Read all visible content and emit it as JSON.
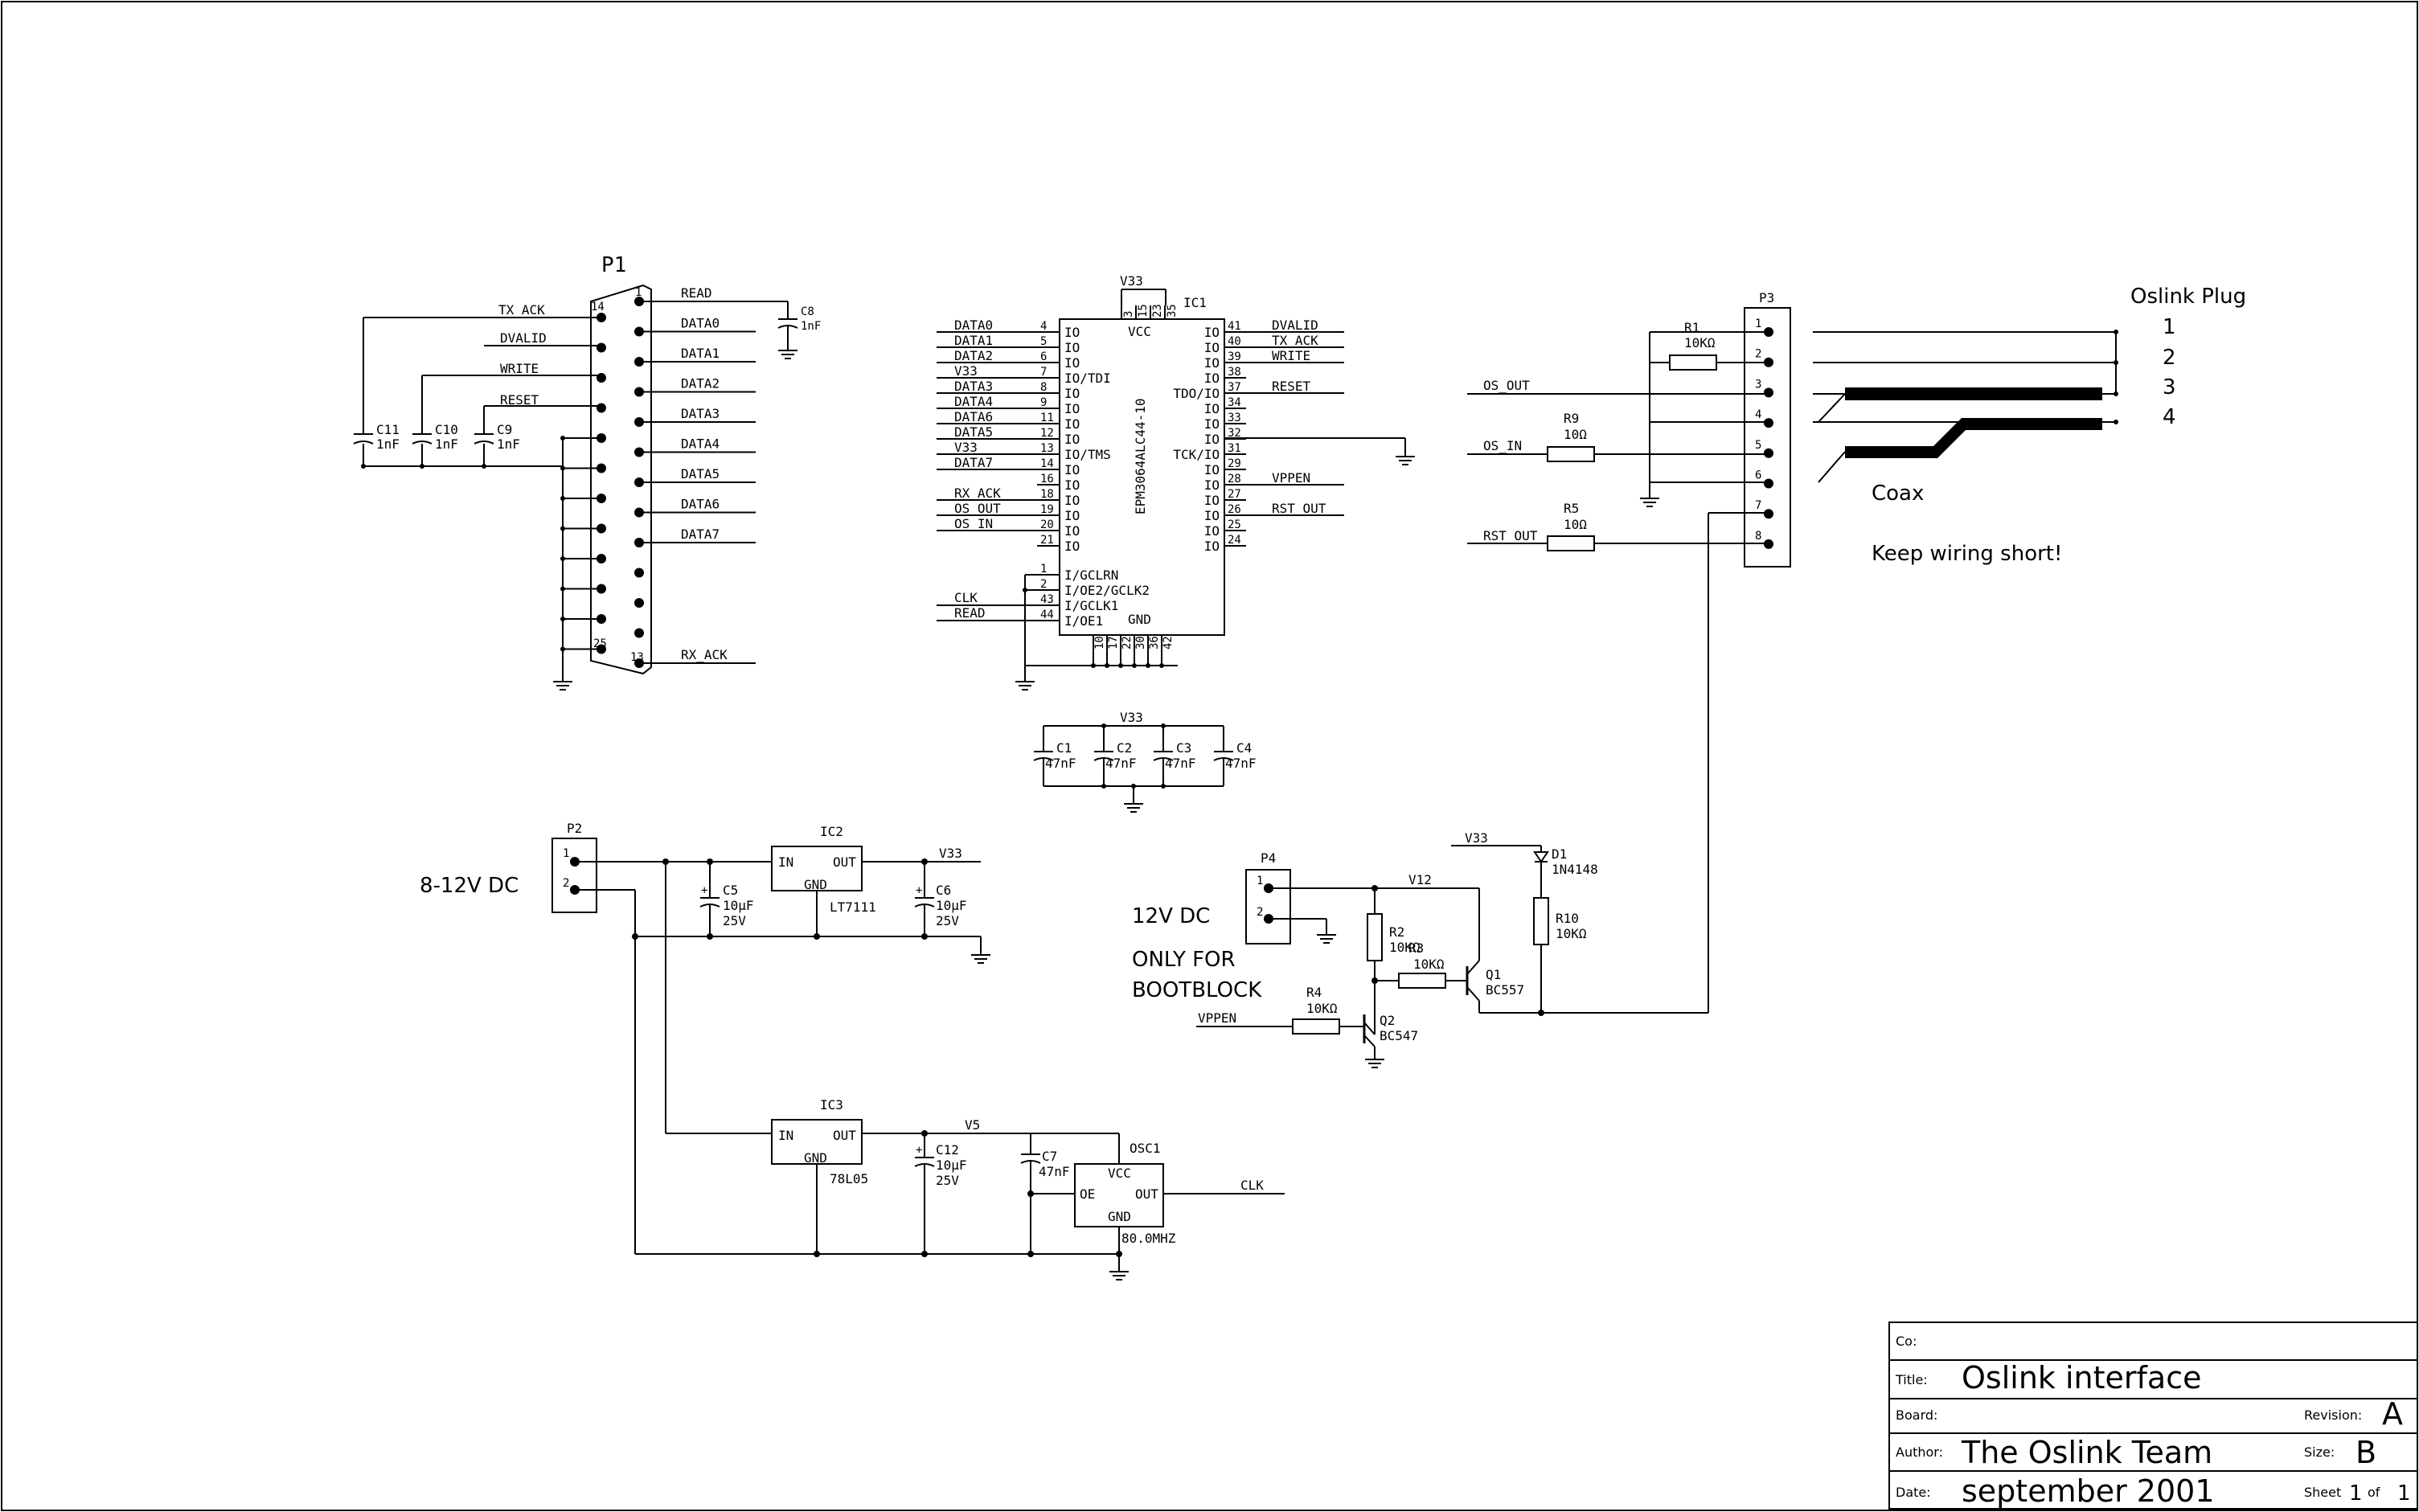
{
  "title_block": {
    "co_label": "Co:",
    "title_label": "Title:",
    "title": "Oslink interface",
    "board_label": "Board:",
    "revision_label": "Revision:",
    "revision": "A",
    "author_label": "Author:",
    "author": "The Oslink Team",
    "size_label": "Size:",
    "size": "B",
    "date_label": "Date:",
    "date": "september 2001",
    "sheet_label": "Sheet",
    "sheet_num": "1",
    "of_label": "of",
    "sheet_total": "1"
  },
  "p1": {
    "ref": "P1",
    "pin14": "14",
    "pin1": "1",
    "pin25": "25",
    "pin13": "13",
    "left_nets": [
      "TX_ACK",
      "DVALID",
      "WRITE",
      "RESET"
    ],
    "right_nets": [
      "READ",
      "DATA0",
      "DATA1",
      "DATA2",
      "DATA3",
      "DATA4",
      "DATA5",
      "DATA6",
      "DATA7"
    ],
    "rx_ack": "RX_ACK"
  },
  "caps_left": [
    {
      "ref": "C11",
      "value": "1nF"
    },
    {
      "ref": "C10",
      "value": "1nF"
    },
    {
      "ref": "C9",
      "value": "1nF"
    }
  ],
  "c8": {
    "ref": "C8",
    "value": "1nF"
  },
  "ic1": {
    "ref": "IC1",
    "part": "EPM3064ALC44-10",
    "v33": "V33",
    "top_pins": [
      "3",
      "15",
      "23",
      "35"
    ],
    "vcc": "VCC",
    "gnd": "GND",
    "left_nets": [
      "DATA0",
      "DATA1",
      "DATA2",
      "V33",
      "DATA3",
      "DATA4",
      "DATA6",
      "DATA5",
      "V33",
      "DATA7",
      "",
      "RX_ACK",
      "OS_OUT",
      "OS_IN"
    ],
    "left_pins": [
      "4",
      "5",
      "6",
      "7",
      "8",
      "9",
      "11",
      "12",
      "13",
      "14",
      "16",
      "18",
      "19",
      "20",
      "21"
    ],
    "left_labels": [
      "IO",
      "IO",
      "IO",
      "IO/TDI",
      "IO",
      "IO",
      "IO",
      "IO",
      "IO/TMS",
      "IO",
      "IO",
      "IO",
      "IO",
      "IO",
      "IO"
    ],
    "right_pins": [
      "41",
      "40",
      "39",
      "38",
      "37",
      "34",
      "33",
      "32",
      "31",
      "29",
      "28",
      "27",
      "26",
      "25",
      "24"
    ],
    "right_labels": [
      "IO",
      "IO",
      "IO",
      "IO",
      "TDO/IO",
      "IO",
      "IO",
      "IO",
      "TCK/IO",
      "IO",
      "IO",
      "IO",
      "IO",
      "IO",
      "IO"
    ],
    "right_nets": [
      "DVALID",
      "TX_ACK",
      "WRITE",
      "",
      "RESET",
      "",
      "",
      "",
      "",
      "",
      "VPPEN",
      "",
      "RST_OUT",
      "",
      ""
    ],
    "ctrl_pins": [
      "1",
      "2",
      "43",
      "44"
    ],
    "ctrl_labels": [
      "I/GCLRN",
      "I/OE2/GCLK2",
      "I/GCLK1",
      "I/OE1"
    ],
    "clk": "CLK",
    "read": "READ",
    "bottom_pins": [
      "10",
      "17",
      "22",
      "30",
      "36",
      "42"
    ]
  },
  "decoupling": {
    "v33": "V33",
    "caps": [
      {
        "ref": "C1",
        "value": "47nF"
      },
      {
        "ref": "C2",
        "value": "47nF"
      },
      {
        "ref": "C3",
        "value": "47nF"
      },
      {
        "ref": "C4",
        "value": "47nF"
      }
    ]
  },
  "p3": {
    "ref": "P3",
    "pins": [
      "1",
      "2",
      "3",
      "4",
      "5",
      "6",
      "7",
      "8"
    ],
    "os_out": "OS_OUT",
    "os_in": "OS_IN",
    "rst_out": "RST_OUT",
    "r1": {
      "ref": "R1",
      "value": "10KΩ"
    },
    "r9": {
      "ref": "R9",
      "value": "10Ω"
    },
    "r5": {
      "ref": "R5",
      "value": "10Ω"
    }
  },
  "oslink_plug": {
    "title": "Oslink Plug",
    "pins": [
      "1",
      "2",
      "3",
      "4"
    ],
    "coax": "Coax",
    "note": "Keep wiring short!"
  },
  "psu": {
    "p2": "P2",
    "p2_pins": [
      "1",
      "2"
    ],
    "input_label": "8-12V DC",
    "ic2": {
      "ref": "IC2",
      "part": "LT7111",
      "in": "IN",
      "out": "OUT",
      "gnd": "GND"
    },
    "c5": {
      "ref": "C5",
      "value": "10µF",
      "voltage": "25V"
    },
    "c6": {
      "ref": "C6",
      "value": "10µF",
      "voltage": "25V"
    },
    "v33": "V33",
    "ic3": {
      "ref": "IC3",
      "part": "78L05",
      "in": "IN",
      "out": "OUT",
      "gnd": "GND"
    },
    "c12": {
      "ref": "C12",
      "value": "10µF",
      "voltage": "25V"
    },
    "v5": "V5",
    "c7": {
      "ref": "C7",
      "value": "47nF"
    },
    "osc1": {
      "ref": "OSC1",
      "vcc": "VCC",
      "oe": "OE",
      "out": "OUT",
      "gnd": "GND",
      "freq": "80.0MHZ",
      "clk": "CLK"
    }
  },
  "bootblock": {
    "p4": "P4",
    "p4_pins": [
      "1",
      "2"
    ],
    "line1": "12V DC",
    "line2": "ONLY FOR",
    "line3": "BOOTBLOCK",
    "v33": "V33",
    "v12": "V12",
    "d1": {
      "ref": "D1",
      "part": "1N4148"
    },
    "r10": {
      "ref": "R10",
      "value": "10KΩ"
    },
    "r2": {
      "ref": "R2",
      "value": "10KΩ"
    },
    "r3": {
      "ref": "R3",
      "value": "10KΩ"
    },
    "r4": {
      "ref": "R4",
      "value": "10KΩ"
    },
    "q1": {
      "ref": "Q1",
      "part": "BC557"
    },
    "q2": {
      "ref": "Q2",
      "part": "BC547"
    },
    "vppen": "VPPEN"
  }
}
